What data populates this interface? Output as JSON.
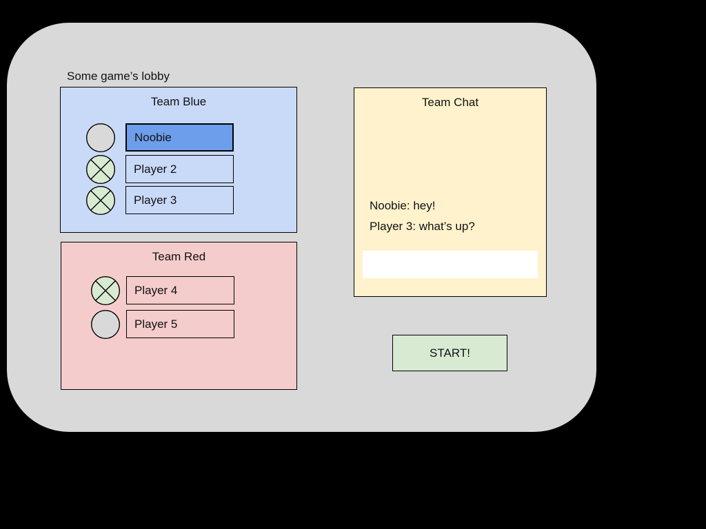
{
  "window": {
    "title": "Some game’s lobby"
  },
  "teams": {
    "blue": {
      "title": "Team Blue",
      "players": [
        {
          "name": "Noobie",
          "ready": false,
          "selected": true,
          "status_icon": "empty-circle-icon"
        },
        {
          "name": "Player 2",
          "ready": true,
          "selected": false,
          "status_icon": "crossed-circle-icon"
        },
        {
          "name": "Player 3",
          "ready": true,
          "selected": false,
          "status_icon": "crossed-circle-icon"
        }
      ]
    },
    "red": {
      "title": "Team Red",
      "players": [
        {
          "name": "Player 4",
          "ready": true,
          "selected": false,
          "status_icon": "crossed-circle-icon"
        },
        {
          "name": "Player 5",
          "ready": false,
          "selected": false,
          "status_icon": "empty-circle-icon"
        }
      ]
    }
  },
  "chat": {
    "title": "Team Chat",
    "messages": [
      "Noobie: hey!",
      "Player 3: what’s up?"
    ],
    "input_value": "",
    "input_placeholder": ""
  },
  "start_button": {
    "label": "START!"
  },
  "colors": {
    "background": "#000000",
    "lobby-bg": "#d9d9d9",
    "blue-panel": "#c9daf8",
    "blue-selected": "#6d9eeb",
    "red-panel": "#f4cccc",
    "chat-panel": "#fff2cc",
    "ready-green": "#d9ead3",
    "idle-gray": "#d9d9d9",
    "start-green": "#d9ead3",
    "input-white": "#ffffff",
    "border": "#000000"
  }
}
